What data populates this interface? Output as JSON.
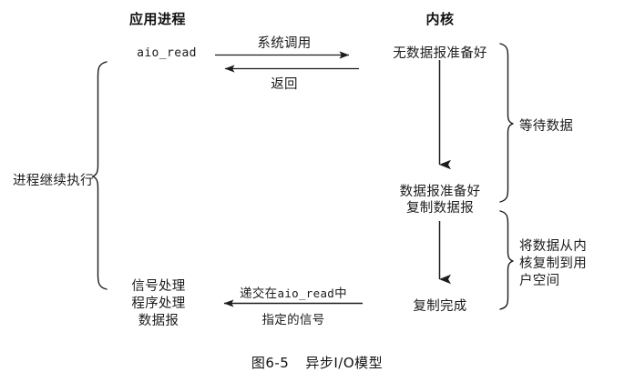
{
  "figure": {
    "caption_number": "图6-5",
    "caption_title": "异步I/O模型",
    "ink_color": "#1c1c1c",
    "background_color": "#ffffff"
  },
  "columns": {
    "left_header": "应用进程",
    "right_header": "内核"
  },
  "process_side": {
    "call_label": "aio_read",
    "brace_label": "进程继续执行",
    "signal_handler_lines": [
      "信号处理",
      "程序处理",
      "数据报"
    ]
  },
  "kernel_side": {
    "no_datagram_ready": "无数据报准备好",
    "datagram_ready_lines": [
      "数据报准备好",
      "复制数据报"
    ],
    "copy_complete": "复制完成"
  },
  "arrows": {
    "syscall_label": "系统调用",
    "return_label": "返回",
    "signal_label_line1_prefix": "递交在",
    "signal_label_line1_mono": "aio_read",
    "signal_label_line1_suffix": "中",
    "signal_label_line2": "指定的信号"
  },
  "braces": {
    "wait_for_data": "等待数据",
    "copy_data_lines": [
      "将数据从内",
      "核复制到用",
      "户空间"
    ]
  }
}
